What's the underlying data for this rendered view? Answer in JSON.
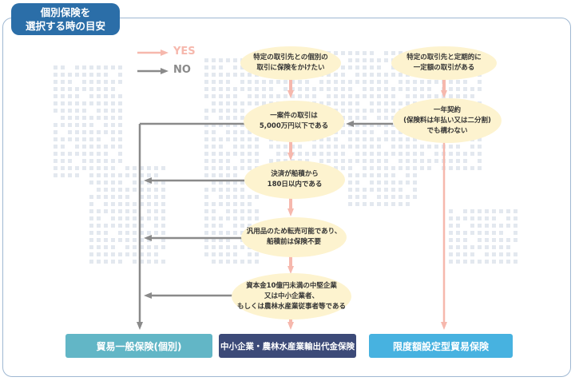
{
  "header_tag": [
    "個別保険を",
    "選択する時の目安"
  ],
  "legend": {
    "yes": "YES",
    "no": "NO"
  },
  "nodes": {
    "start_individual": [
      "特定の取引先との個別の",
      "取引に保険をかけたい"
    ],
    "start_regular": [
      "特定の取引先と定期的に",
      "一定額の取引がある"
    ],
    "q_single_case": [
      "一案件の取引は",
      "5,000万円以下である"
    ],
    "q_one_year": [
      "一年契約",
      "(保険料は年払い又は二分割)",
      "でも構わない"
    ],
    "q_settlement": [
      "決済が船積から",
      "180日以内である"
    ],
    "q_general_goods": [
      "汎用品のため転売可能であり、",
      "船積前は保険不要"
    ],
    "q_sme": [
      "資本金10億円未満の中堅企業",
      "又は中小企業者、",
      "もしくは農林水産業従事者等である"
    ]
  },
  "results": {
    "general": "貿易一般保険(個別)",
    "sme_export": "中小企業・農林水産業輸出代金保険",
    "limit": "限度額設定型貿易保険"
  },
  "colors": {
    "yes": "#f6b8ad",
    "no": "#8a8a8a",
    "bubble": "#fdf3cf",
    "result_general": "#62b6c6",
    "result_sme": "#3c4a78",
    "result_limit": "#47b2e0",
    "tag": "#2b6ea8"
  }
}
